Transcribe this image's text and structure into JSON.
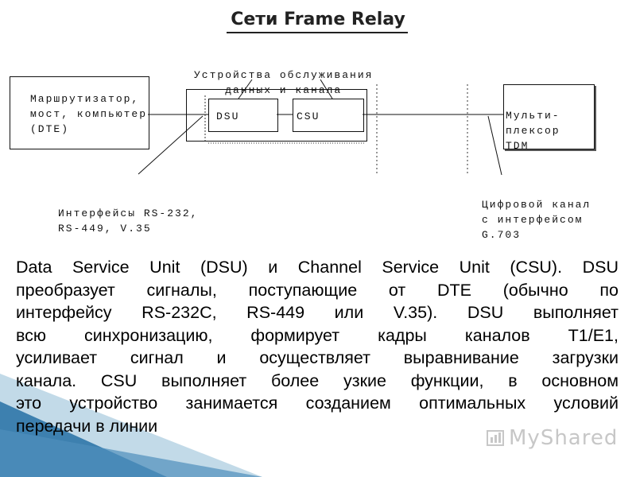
{
  "title": "Сети Frame Relay",
  "diagram": {
    "dte_label": [
      "Маршрутизатор,",
      "мост, компьютер",
      "(DTE)"
    ],
    "service_label": [
      "Устройства обслуживания",
      "данных и канала"
    ],
    "dsu_label": "DSU",
    "csu_label": "CSU",
    "mux_label": [
      "Мульти-",
      "плексор",
      "TDM"
    ],
    "interfaces_label": [
      "Интерфейсы RS-232,",
      "RS-449, V.35"
    ],
    "digital_channel_label": [
      "Цифровой канал",
      "с интерфейсом",
      "G.703"
    ]
  },
  "body_lines": [
    "Data Service Unit (DSU) и Channel Service Unit (CSU). DSU",
    "преобразует сигналы, поступающие от DTE (обычно по",
    "интерфейсу RS-232C, RS-449 или V.35). DSU выполняет",
    "всю синхронизацию, формирует кадры каналов Т1/Е1,",
    "усиливает сигнал и осуществляет выравнивание загрузки",
    "канала. CSU выполняет более узкие функции, в основном",
    "это устройство занимается созданием оптимальных условий",
    "передачи в линии"
  ],
  "watermark": "MyShared",
  "colors": {
    "accent_blue": "#2f76a8",
    "accent_light": "#8fbcd6",
    "line": "#111111"
  }
}
